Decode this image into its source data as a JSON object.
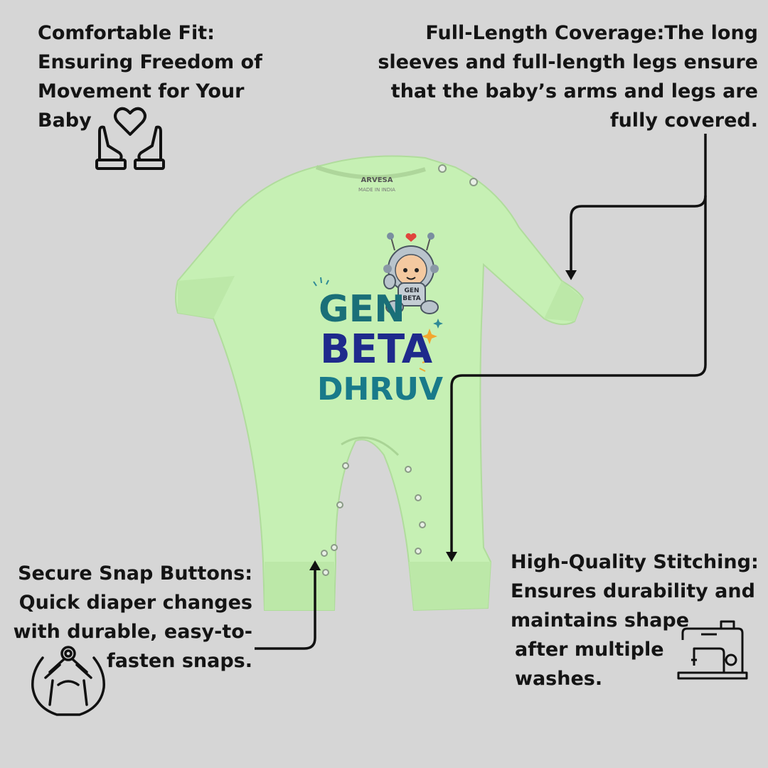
{
  "features": {
    "fit": {
      "lines": [
        "Comfortable Fit:",
        "Ensuring Freedom of",
        "Movement for Your",
        "Baby"
      ],
      "icon": "hands-heart-icon"
    },
    "coverage": {
      "lines": [
        "Full-Length Coverage:The long",
        "sleeves and full-length legs ensure",
        "that the baby’s arms and legs are",
        "fully covered."
      ]
    },
    "snap": {
      "lines": [
        "Secure Snap Buttons:",
        "Quick diaper changes",
        "with durable, easy-to-",
        "fasten snaps."
      ],
      "icon": "snap-button-icon"
    },
    "stitching": {
      "lines": [
        "High-Quality Stitching:",
        "Ensures durability and",
        "maintains shape",
        "after multiple",
        "washes."
      ],
      "icon": "sewing-machine-icon"
    }
  },
  "product": {
    "brand_label": "ARVESA",
    "label_sub": "MADE IN INDIA",
    "print": {
      "line1": "GEN",
      "line2": "BETA",
      "line3": "DHRUV",
      "badge": [
        "GEN",
        "BETA"
      ]
    },
    "colors": {
      "fabric": "#c6f0b4",
      "fabric_shadow": "#b2e09e",
      "teal_text": "#1a6f78",
      "navy_text": "#1e2a8c",
      "dhruv_text": "#197a8a"
    }
  }
}
